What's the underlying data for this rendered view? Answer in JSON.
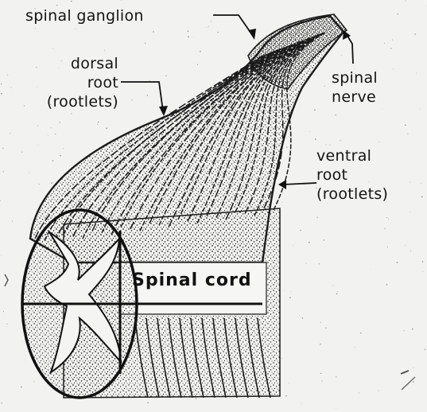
{
  "labels": {
    "spinal_ganglion": "spinal ganglion",
    "dorsal_root": [
      "dorsal",
      "root",
      "(rootlets)"
    ],
    "spinal_nerve": [
      "spinal",
      "nerve"
    ],
    "ventral_root": [
      "ventral",
      "root",
      "(rootlets)"
    ],
    "spinal_cord": "Spinal cord"
  },
  "colors": {
    "ink": "#141414",
    "paper": "#f2f2f0"
  }
}
